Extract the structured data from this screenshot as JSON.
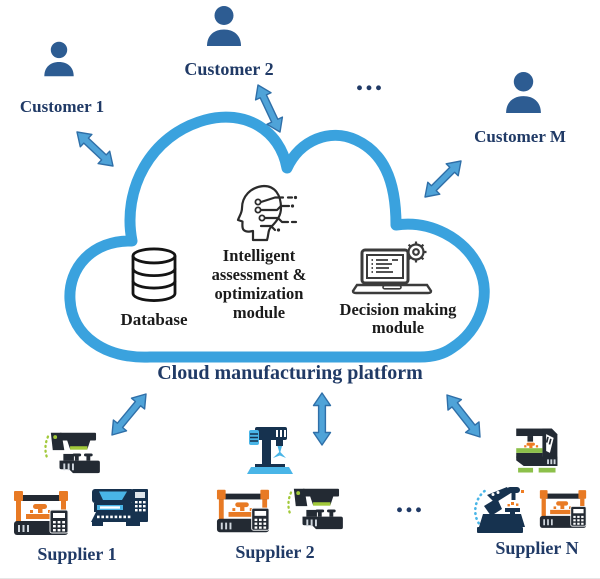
{
  "customers": {
    "items": [
      {
        "label": "Customer 1"
      },
      {
        "label": "Customer 2"
      },
      {
        "label": "Customer M"
      }
    ],
    "ellipsis": "...",
    "icon": "person-icon"
  },
  "cloud": {
    "label": "Cloud manufacturing platform",
    "modules": [
      {
        "id": "database",
        "label": "Database",
        "icon": "database-cylinder-icon"
      },
      {
        "id": "intelligent",
        "label": "Intelligent assessment & optimization module",
        "icon": "ai-head-circuit-icon"
      },
      {
        "id": "decision",
        "label": "Decision making module",
        "icon": "laptop-gear-icon"
      }
    ]
  },
  "suppliers": {
    "items": [
      {
        "label": "Supplier 1",
        "machines": [
          "cnc-machine-icon",
          "3d-printer-icon",
          "measuring-machine-icon"
        ]
      },
      {
        "label": "Supplier 2",
        "machines": [
          "drill-press-icon",
          "3d-printer-icon",
          "cnc-machine-icon"
        ]
      },
      {
        "label": "Supplier N",
        "machines": [
          "milling-machine-icon",
          "robot-arm-icon",
          "3d-printer-icon"
        ]
      }
    ],
    "ellipsis": "...",
    "connector": "double-headed-arrow"
  },
  "colors": {
    "cloud_outline": "#3aa2de",
    "arrow_fill": "#4fa3d8",
    "arrow_stroke": "#2f6fa8",
    "person": "#2d5c92",
    "label_text": "#203a66",
    "module_text": "#1b1b1b",
    "machine_dark": "#232a33",
    "machine_navy": "#16324f",
    "machine_orange": "#e87a24",
    "machine_blue": "#49b5e7",
    "machine_green": "#8cc04a"
  }
}
